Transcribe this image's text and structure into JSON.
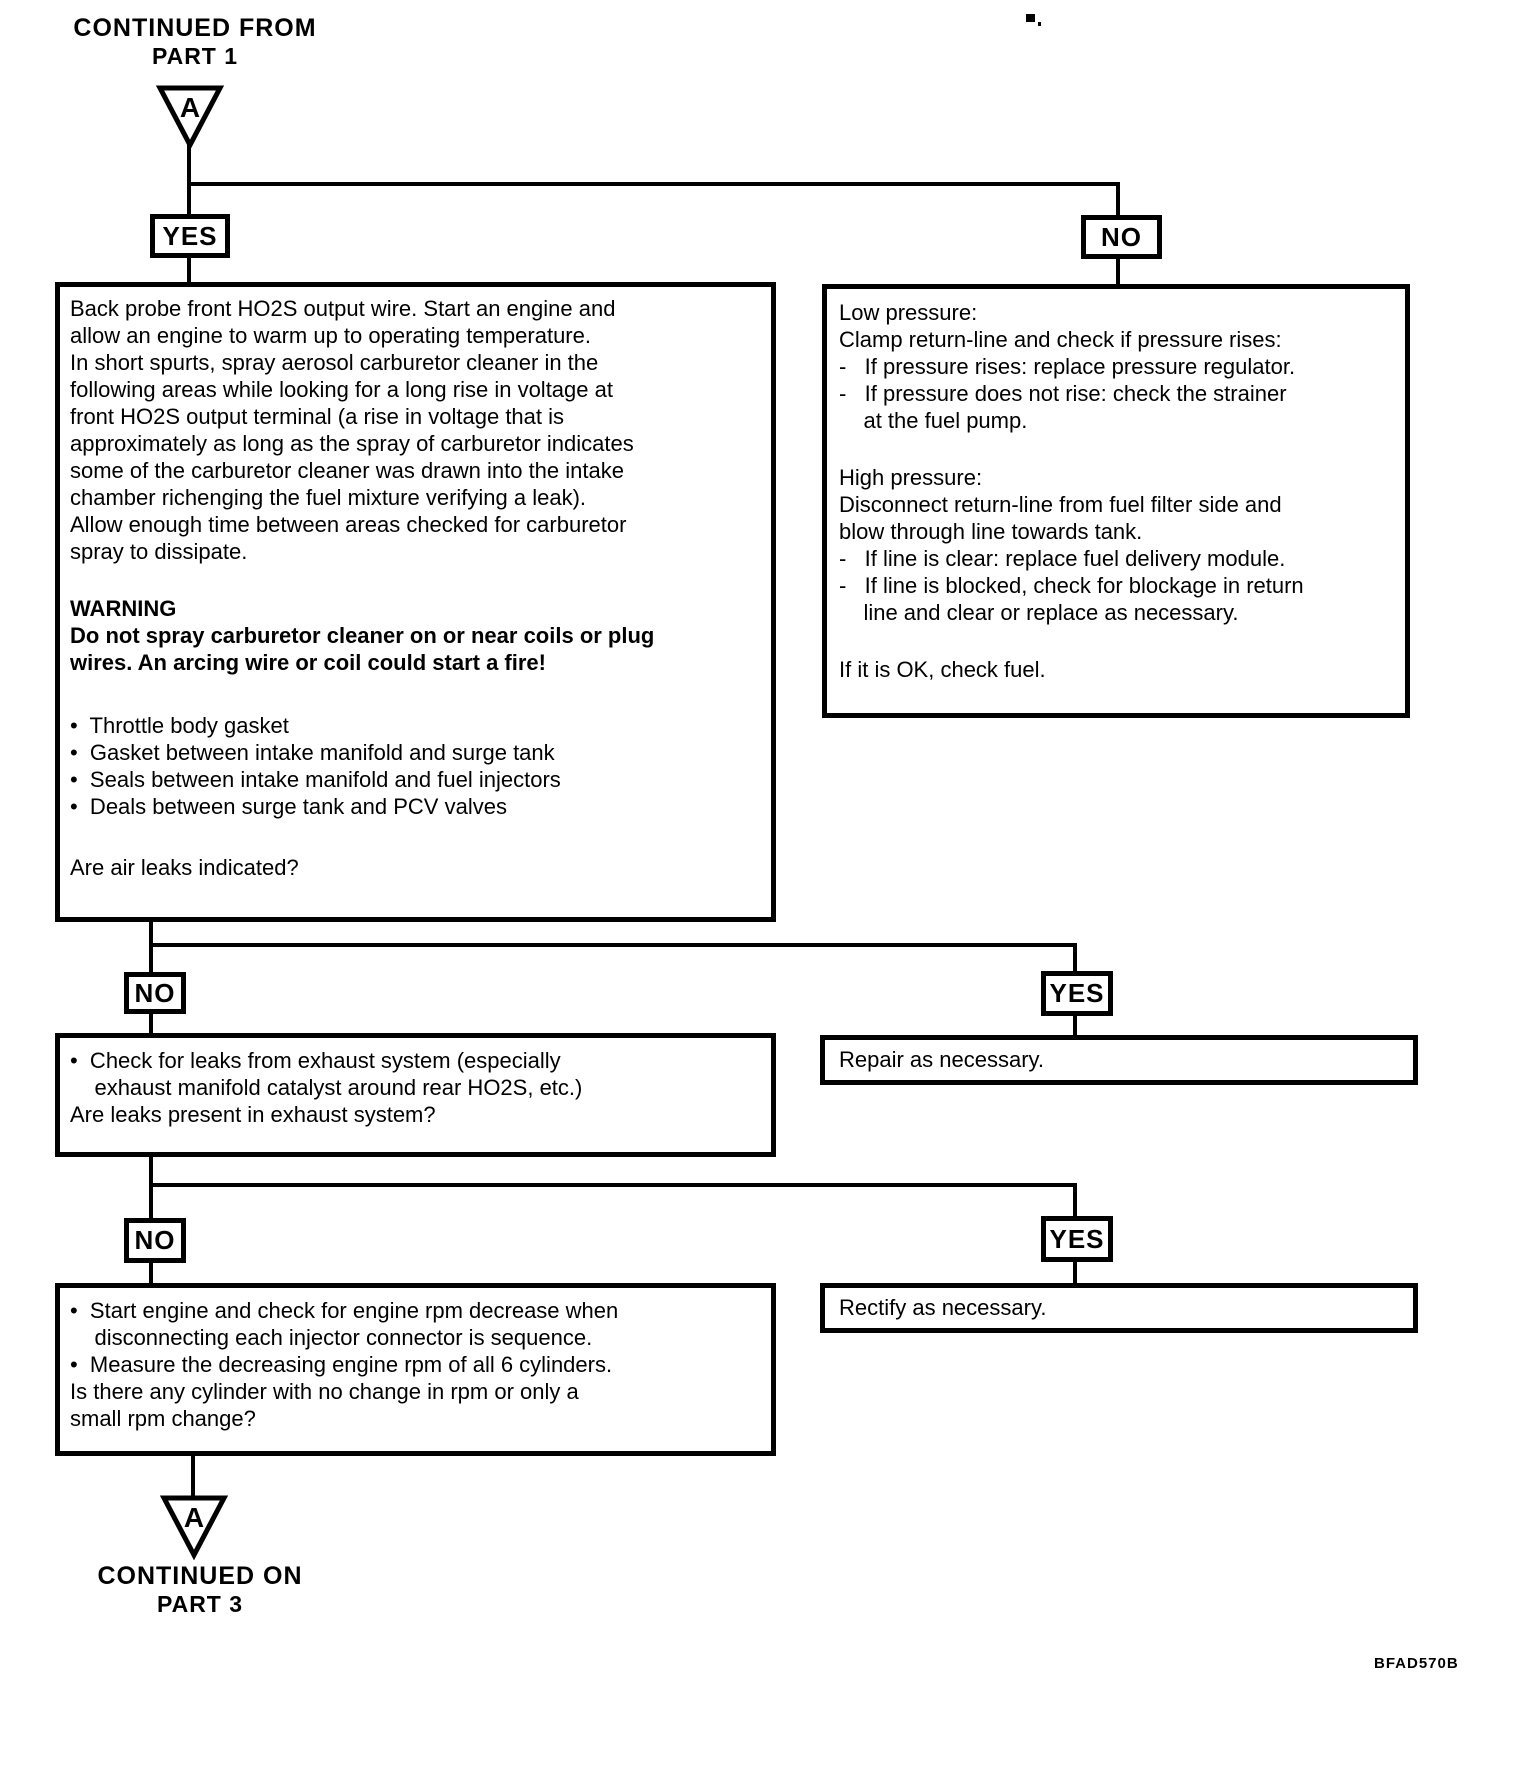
{
  "header": {
    "continued_from_line1": "CONTINUED FROM",
    "continued_from_line2": "PART 1"
  },
  "footer": {
    "continued_on_line1": "CONTINUED ON",
    "continued_on_line2": "PART 3",
    "doc_code": "BFAD570B"
  },
  "connectors": {
    "entry_label": "A",
    "exit_label": "A"
  },
  "branch1": {
    "yes": "YES",
    "no": "NO"
  },
  "branch2": {
    "no": "NO",
    "yes": "YES"
  },
  "branch3": {
    "no": "NO",
    "yes": "YES"
  },
  "boxes": {
    "spray_test": {
      "para": [
        "Back probe front HO2S output wire. Start an engine and",
        "allow an engine to warm up to operating temperature.",
        "In short spurts, spray aerosol carburetor cleaner in the",
        "following areas while looking for a long rise in voltage at",
        "front HO2S output terminal (a rise in voltage that is",
        "approximately as long as the spray of carburetor indicates",
        "some of the carburetor cleaner was drawn into the intake",
        "chamber richenging the fuel mixture verifying a leak).",
        "Allow enough time between areas checked for carburetor",
        "spray to dissipate."
      ],
      "warning_title": "WARNING",
      "warning_lines": [
        "Do not spray carburetor cleaner on or near coils or plug",
        "wires. An arcing wire or coil could start a fire!"
      ],
      "bullets": [
        "•  Throttle body gasket",
        "•  Gasket between intake manifold and surge tank",
        "•  Seals between intake manifold and fuel injectors",
        "•  Deals between surge tank and PCV valves"
      ],
      "question": "Are air leaks indicated?"
    },
    "pressure_check": {
      "low_lines": [
        "Low pressure:",
        "Clamp return-line and check if pressure rises:",
        "-   If pressure rises: replace pressure regulator.",
        "-   If pressure does not rise: check the strainer",
        "    at the fuel pump."
      ],
      "high_lines": [
        "High pressure:",
        "Disconnect return-line from fuel filter side and",
        "blow through line towards tank.",
        "-   If line is clear: replace fuel delivery module.",
        "-   If line is blocked, check for blockage in return",
        "    line and clear or replace as necessary."
      ],
      "final_line": "If it is OK, check fuel."
    },
    "exhaust_check": {
      "lines": [
        "•  Check for leaks from exhaust system (especially",
        "    exhaust manifold catalyst around rear HO2S, etc.)",
        "Are leaks present in exhaust system?"
      ]
    },
    "repair": {
      "text": "Repair as necessary."
    },
    "injector_check": {
      "lines": [
        "•  Start engine and check for engine rpm decrease when",
        "    disconnecting each injector connector is sequence.",
        "•  Measure the decreasing engine rpm of all 6 cylinders.",
        "Is there any cylinder with no change in rpm or only a",
        "small rpm change?"
      ]
    },
    "rectify": {
      "text": "Rectify as necessary."
    }
  }
}
